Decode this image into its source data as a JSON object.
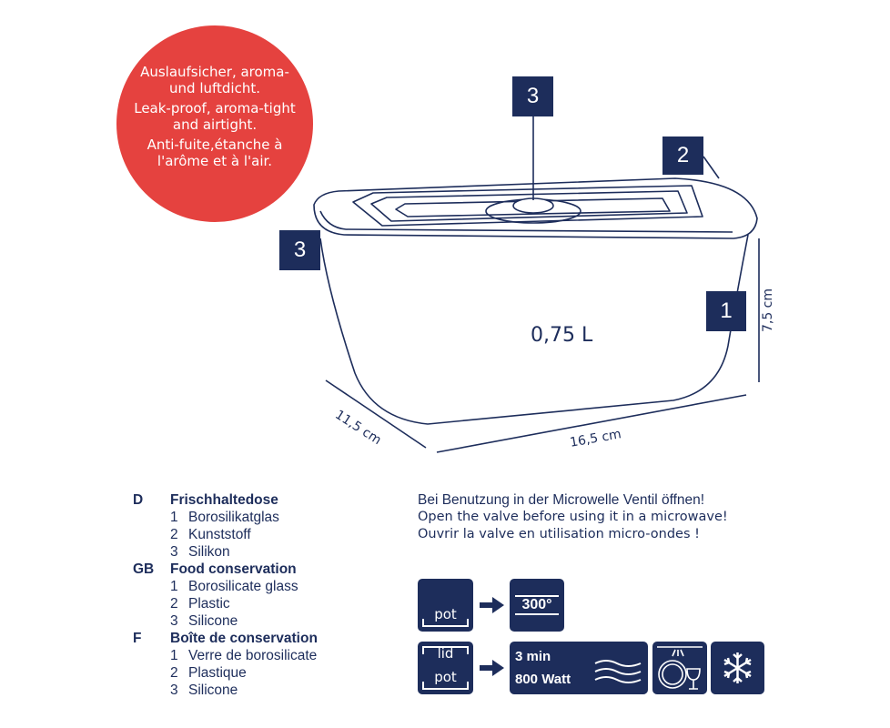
{
  "badge": {
    "de": "Auslaufsicher, aroma- und luftdicht.",
    "en": "Leak-proof, aroma-tight and airtight.",
    "fr": "Anti-fuite,étanche à l'arôme et à l'air."
  },
  "diagram": {
    "volume": "0,75 L",
    "width": "16,5 cm",
    "depth": "11,5 cm",
    "height": "7,5 cm",
    "markers": [
      "3",
      "2",
      "3",
      "1"
    ]
  },
  "legend": [
    {
      "code": "D",
      "title": "Frischhaltedose",
      "items": [
        "Borosilikatglas",
        "Kunststoff",
        "Silikon"
      ]
    },
    {
      "code": "GB",
      "title": "Food conservation",
      "items": [
        "Borosilicate glass",
        "Plastic",
        "Silicone"
      ]
    },
    {
      "code": "F",
      "title": "Boîte de conservation",
      "items": [
        "Verre de borosilicate",
        "Plastique",
        "Silicone"
      ]
    }
  ],
  "item_numbers": [
    "1",
    "2",
    "3"
  ],
  "instructions": {
    "de": "Bei Benutzung in der Microwelle Ventil öffnen!",
    "en": "Open the valve before using it in a microwave!",
    "fr": "Ouvrir la valve en utilisation  micro-ondes !"
  },
  "icons": {
    "pot": "pot",
    "lid": "lid",
    "oven": "300°",
    "microwave_time": "3 min",
    "microwave_power": "800 Watt"
  },
  "colors": {
    "navy": "#1d2d5b",
    "red": "#e5423f"
  }
}
